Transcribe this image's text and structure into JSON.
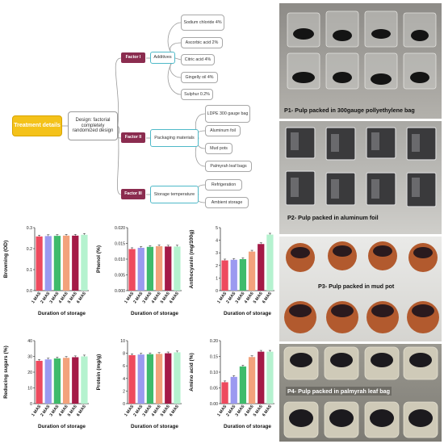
{
  "mindmap": {
    "root": "Treatment details",
    "design": "Design: factorial completely randomized design",
    "factors": [
      {
        "label": "Factor I",
        "category": "Additives",
        "levels": [
          "Sodium chloride 4%",
          "Ascorbic acid 2%",
          "Citric acid 4%",
          "Gingelly oil 4%",
          "Sulphur 0.2%"
        ]
      },
      {
        "label": "Factor II",
        "category": "Packaging materials",
        "levels": [
          "LDPE 300 gauge bag",
          "Aluminum foil",
          "Mud pots",
          "Palmyrah leaf bags"
        ]
      },
      {
        "label": "Factor III",
        "category": "Storage temperature",
        "levels": [
          "Refrigeration",
          "Ambient storage"
        ]
      }
    ]
  },
  "photos": [
    {
      "caption": "P1- Pulp packed in 300gauge pollyethylene bag",
      "color": "#111111"
    },
    {
      "caption": "P2- Pulp packed in aluminum foil",
      "color": "#111111"
    },
    {
      "caption": "P3- Pulp packed in mud pot",
      "color": "#111111"
    },
    {
      "caption": "P4- Pulp packed in palmyrah leaf bag",
      "color": "#ffffff"
    }
  ],
  "bar_colors": [
    "#ee4a5e",
    "#9b9af0",
    "#3fbb6c",
    "#f3a27c",
    "#a41a47",
    "#b5f2cf"
  ],
  "chart_data": [
    {
      "type": "bar",
      "ylabel": "Browning (OD)",
      "xlabel": "Duration of storage",
      "categories": [
        "1 MAS",
        "2 MAS",
        "3 MAS",
        "4 MAS",
        "5 MAS",
        "6 MAS"
      ],
      "values": [
        0.258,
        0.26,
        0.261,
        0.262,
        0.262,
        0.266
      ],
      "ylim": [
        0,
        0.3
      ],
      "yticks": [
        "0.0",
        "0.1",
        "0.2",
        "0.3"
      ]
    },
    {
      "type": "bar",
      "ylabel": "Phenol (%)",
      "xlabel": "Duration of storage",
      "categories": [
        "1 MAS",
        "2 MAS",
        "3 MAS",
        "4 MAS",
        "5 MAS",
        "6 MAS"
      ],
      "values": [
        0.0132,
        0.0136,
        0.0139,
        0.0141,
        0.014,
        0.014
      ],
      "ylim": [
        0,
        0.02
      ],
      "yticks": [
        "0.000",
        "0.005",
        "0.010",
        "0.015",
        "0.020"
      ]
    },
    {
      "type": "bar",
      "ylabel": "Anthocyanin (mg/100g)",
      "xlabel": "Duration of storage",
      "categories": [
        "1 MAS",
        "2 MAS",
        "3 MAS",
        "4 MAS",
        "5 MAS",
        "6 MAS"
      ],
      "values": [
        2.4,
        2.45,
        2.5,
        3.1,
        3.7,
        4.45
      ],
      "ylim": [
        0,
        5
      ],
      "yticks": [
        "0",
        "1",
        "2",
        "3",
        "4",
        "5"
      ]
    },
    {
      "type": "bar",
      "ylabel": "Reducing sugars (%)",
      "xlabel": "Duration of storage",
      "categories": [
        "1 MAS",
        "2 MAS",
        "3 MAS",
        "4 MAS",
        "5 MAS",
        "6 MAS"
      ],
      "values": [
        27.2,
        28.1,
        28.7,
        29.1,
        29.5,
        30.0
      ],
      "ylim": [
        0,
        40
      ],
      "yticks": [
        "0",
        "10",
        "20",
        "30",
        "40"
      ]
    },
    {
      "type": "bar",
      "ylabel": "Protein (mg/g)",
      "xlabel": "Duration of storage",
      "categories": [
        "1 MAS",
        "2 MAS",
        "3 MAS",
        "4 MAS",
        "5 MAS",
        "6 MAS"
      ],
      "values": [
        7.7,
        7.8,
        7.85,
        7.9,
        8.0,
        8.15
      ],
      "ylim": [
        0,
        10
      ],
      "yticks": [
        "0",
        "2",
        "4",
        "6",
        "8",
        "10"
      ]
    },
    {
      "type": "bar",
      "ylabel": "Amino acid (%)",
      "xlabel": "Duration of storage",
      "categories": [
        "1 MAS",
        "2 MAS",
        "3 MAS",
        "4 MAS",
        "5 MAS",
        "6 MAS"
      ],
      "values": [
        0.068,
        0.085,
        0.118,
        0.148,
        0.165,
        0.165
      ],
      "ylim": [
        0,
        0.2
      ],
      "yticks": [
        "0.00",
        "0.05",
        "0.10",
        "0.15",
        "0.20"
      ]
    }
  ]
}
